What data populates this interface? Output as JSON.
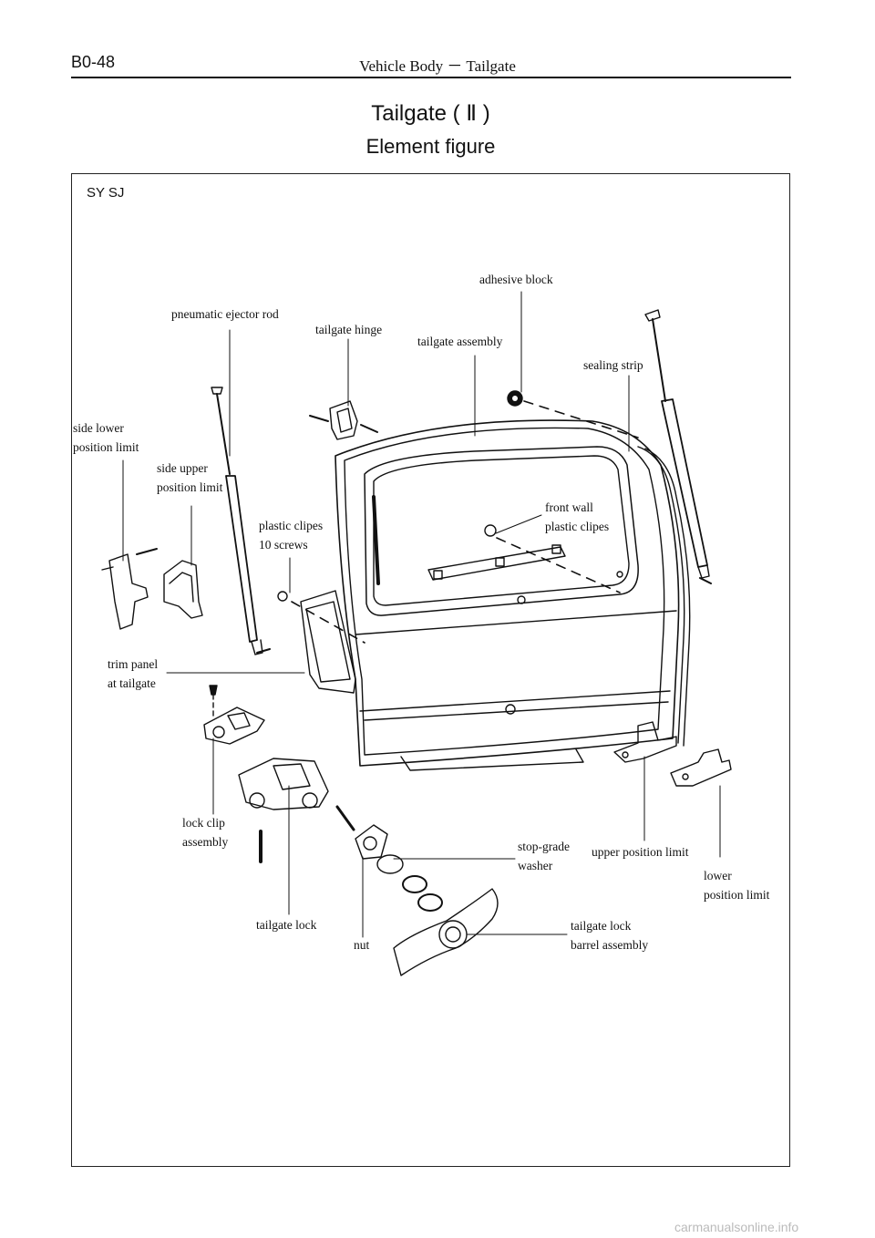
{
  "header": {
    "page_code": "B0-48",
    "section": "Vehicle Body － Tailgate"
  },
  "title": "Tailgate ( Ⅱ )",
  "subtitle": "Element figure",
  "model": "SY SJ",
  "labels": {
    "adhesive_block": "adhesive block",
    "pneumatic_ejector_rod": "pneumatic ejector rod",
    "tailgate_hinge": "tailgate hinge",
    "tailgate_assembly": "tailgate assembly",
    "sealing_strip": "sealing strip",
    "side_lower_position_limit": [
      "side lower",
      "position limit"
    ],
    "side_upper_position_limit": [
      "side upper",
      "position limit"
    ],
    "front_wall_plastic_clipes": [
      "front wall",
      "plastic clipes"
    ],
    "plastic_clipes": [
      "plastic clipes",
      "10 screws"
    ],
    "trim_panel": [
      "trim panel",
      "at tailgate"
    ],
    "lock_clip_assembly": [
      "lock clip",
      "assembly"
    ],
    "stop_grade_washer": [
      "stop-grade",
      "washer"
    ],
    "upper_position_limit": "upper position limit",
    "lower_position_limit": [
      "lower",
      "position limit"
    ],
    "tailgate_lock": "tailgate lock",
    "nut": "nut",
    "tailgate_lock_barrel": [
      "tailgate lock",
      "barrel assembly"
    ]
  },
  "watermark": "carmanualsonline.info"
}
